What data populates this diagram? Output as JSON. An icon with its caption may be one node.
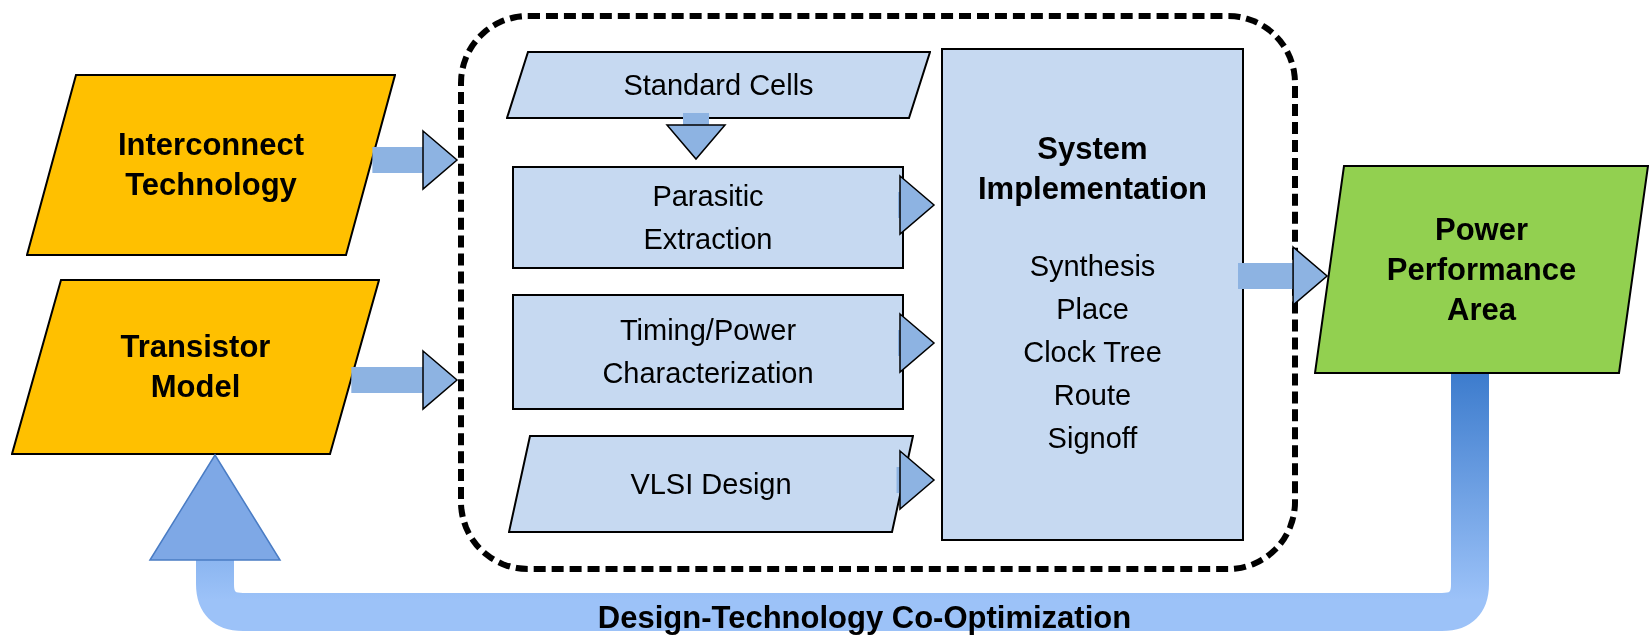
{
  "diagram": {
    "nodes": [
      {
        "text": [
          "Interconnect Technology"
        ]
      },
      {
        "text": [
          "Transistor Model"
        ]
      },
      {
        "text": [],
        "shape": "box"
      },
      {
        "text": [
          "Standard Cells"
        ],
        "in": 2
      },
      {
        "text": [
          "Parasitic Extraction"
        ],
        "in": 2
      },
      {
        "text": [
          "Timing/Power Characterization"
        ],
        "in": 2
      },
      {
        "text": [
          "VLSI Design"
        ],
        "in": 2
      },
      {
        "text": [
          "System Implementation",
          "Synthesis Place Clock Tree Route Signoff"
        ],
        "in": 2
      },
      {
        "text": [
          "Power Performance Area"
        ]
      }
    ],
    "edges": [
      {
        "from": 0,
        "to": 2,
        "arrow": "to"
      },
      {
        "from": 1,
        "to": 2,
        "arrow": "to"
      },
      {
        "from": 3,
        "to": 4,
        "arrow": "to"
      },
      {
        "from": 4,
        "to": 7,
        "arrow": "to"
      },
      {
        "from": 5,
        "to": 7,
        "arrow": "to"
      },
      {
        "from": 6,
        "to": 7,
        "arrow": "to"
      },
      {
        "from": 7,
        "to": 8,
        "arrow": "to"
      },
      {
        "from": 8,
        "to": 1,
        "arrow": "to",
        "label": "Design-Technology Co-Optimization",
        "style": "thick"
      }
    ]
  }
}
